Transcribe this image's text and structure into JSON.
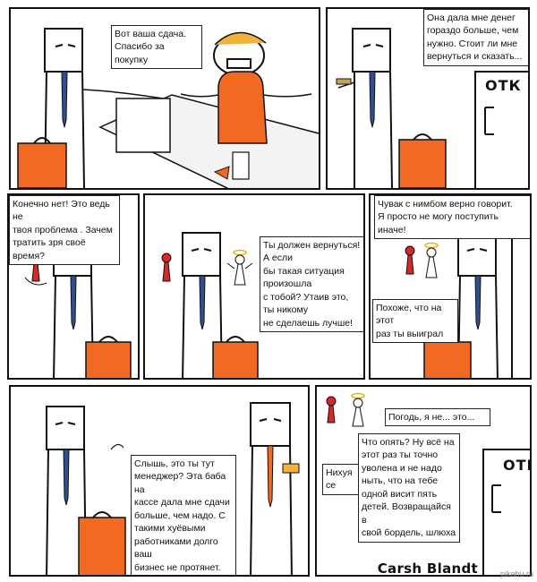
{
  "comic": {
    "signature": "Carsh Blandt",
    "watermark": "pikabu.ru",
    "door_sign": "ОТК",
    "colors": {
      "briefcase": "#f26a22",
      "tie": "#2f4f8f",
      "cashier_apron": "#f26a22",
      "devil": "#d62828",
      "ink": "#111111"
    }
  },
  "panels": [
    {
      "bubbles": [
        "Вот ваша сдача.\nСпасибо за покупку"
      ]
    },
    {
      "bubbles": [
        "Она дала мне денег\nгораздо больше, чем\nнужно. Стоит ли мне\nвернуться и сказать..."
      ]
    },
    {
      "bubbles": [
        "Конечно нет! Это ведь не\nтвоя проблема . Зачем\nтратить зря своё время?"
      ]
    },
    {
      "bubbles": [
        "Ты должен вернуться!  А если\nбы такая ситуация произошла\nс тобой? Утаив это, ты никому\nне сделаешь лучше!"
      ]
    },
    {
      "bubbles": [
        "Чувак с нимбом верно говорит.\nЯ просто не могу поступить иначе!",
        "Похоже, что на этот\nраз ты выиграл"
      ]
    },
    {
      "bubbles": [
        "Слышь, это ты тут\nменеджер? Эта баба на\nкассе дала мне сдачи\nбольше, чем надо. С\nтакими хуёвыми\nработниками долго ваш\nбизнес не протянет."
      ]
    },
    {
      "bubbles": [
        "Погодь, я не... это...",
        "Нихуя се",
        "Что опять? Ну всё на\nэтот раз ты точно\nуволена и не надо\nныть, что на тебе\nодной висит пять\nдетей. Возвращайся в\nсвой бордель, шлюха"
      ]
    }
  ]
}
